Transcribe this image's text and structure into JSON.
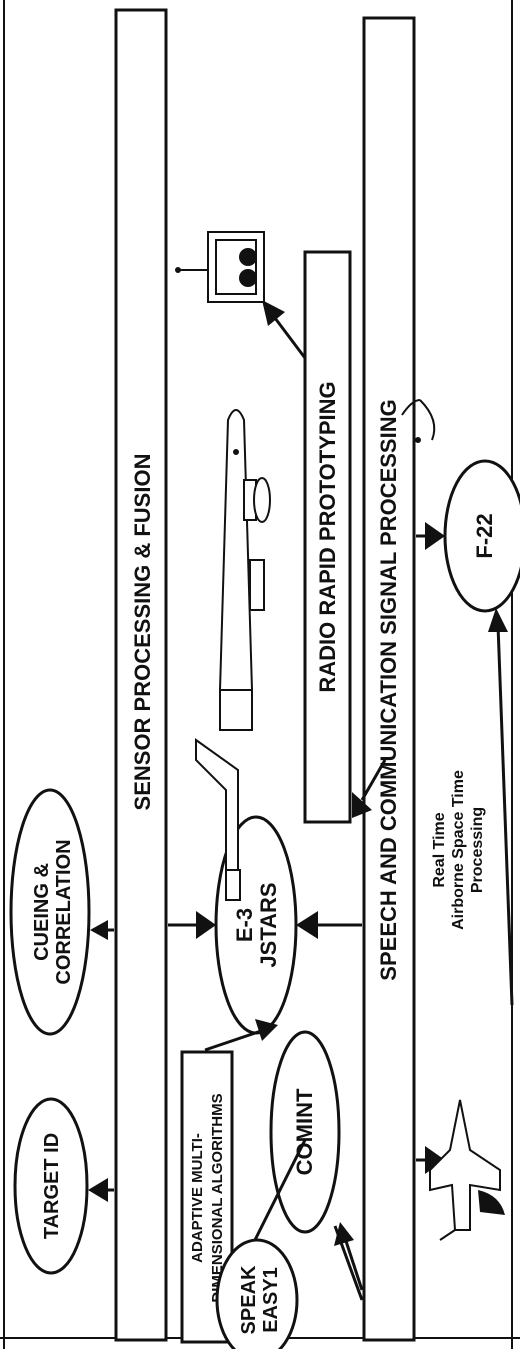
{
  "bands": {
    "sensor": "SENSOR PROCESSING & FUSION",
    "speech": "SPEECH AND COMMUNICATION SIGNAL PROCESSING"
  },
  "nodes": {
    "target_id": "TARGET ID",
    "cueing": [
      "CUEING &",
      "CORRELATION"
    ],
    "jstars": [
      "E-3",
      "JSTARS"
    ],
    "comint": "COMINT",
    "speak_easy": [
      "SPEAK",
      "EASY1"
    ],
    "f22": "F-22"
  },
  "boxes": {
    "adaptive": [
      "ADAPTIVE MULTI-",
      "DIMENSIONAL ALGORITHMS"
    ],
    "radio": "RADIO RAPID PROTOTYPING"
  },
  "annotation": [
    "Real Time",
    "Airborne Space Time",
    "Processing"
  ],
  "icons": [
    "aircraft-e3-icon",
    "radio-set-icon",
    "fighter-jet-icon",
    "antenna-icon"
  ]
}
